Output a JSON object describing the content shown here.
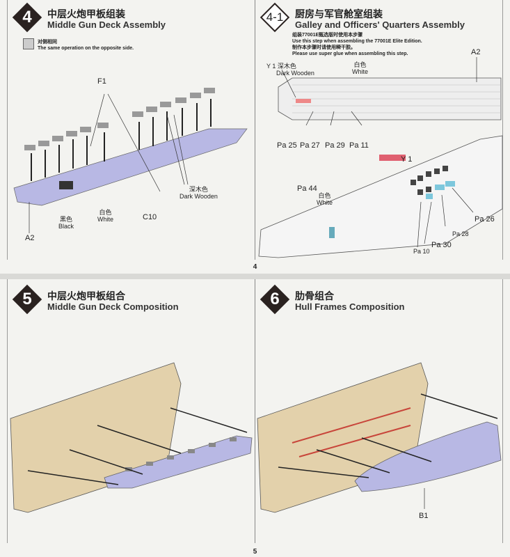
{
  "pages": [
    {
      "number": "4"
    },
    {
      "number": "5"
    }
  ],
  "step4": {
    "badge": "4",
    "title_zh": "中层火炮甲板组装",
    "title_en": "Middle Gun Deck Assembly",
    "note_zh": "对侧相同",
    "note_en": "The same operation on the opposite side.",
    "labels": {
      "f1": "F1",
      "c10": "C10",
      "a2": "A2",
      "black_zh": "黑色",
      "black_en": "Black",
      "white_zh": "白色",
      "white_en": "White",
      "dark_zh": "深木色",
      "dark_en": "Dark Wooden"
    }
  },
  "step41": {
    "badge": "4-1",
    "title_zh": "厨房与军官舱室组装",
    "title_en": "Galley and Officers' Quarters Assembly",
    "note1_zh": "组装77001E甄选版时使用本步骤",
    "note1_en": "Use this step when assembling the 77001E Elite Edition.",
    "note2_zh": "制作本步骤时请使用瞬干胶。",
    "note2_en": "Please use super glue when assembling this step.",
    "labels": {
      "a2": "A2",
      "y1_top": "Y 1",
      "dark_zh": "深木色",
      "dark_en": "Dark Wooden",
      "white_zh": "白色",
      "white_en": "White",
      "pa25": "Pa 25",
      "pa27": "Pa 27",
      "pa29": "Pa 29",
      "pa11": "Pa 11",
      "y1": "Y 1",
      "pa44": "Pa 44",
      "white2_zh": "白色",
      "white2_en": "White",
      "pa26": "Pa 26",
      "pa28": "Pa 28",
      "pa30": "Pa 30",
      "pa10": "Pa 10"
    }
  },
  "step5": {
    "badge": "5",
    "title_zh": "中层火炮甲板组合",
    "title_en": "Middle Gun Deck Composition"
  },
  "step6": {
    "badge": "6",
    "title_zh": "肋骨组合",
    "title_en": "Hull Frames Composition",
    "labels": {
      "b1": "B1"
    }
  },
  "colors": {
    "hull": "#e3d1ab",
    "deck": "#b8b8e4",
    "dark": "#2a2220",
    "red": "#d84a4a"
  }
}
